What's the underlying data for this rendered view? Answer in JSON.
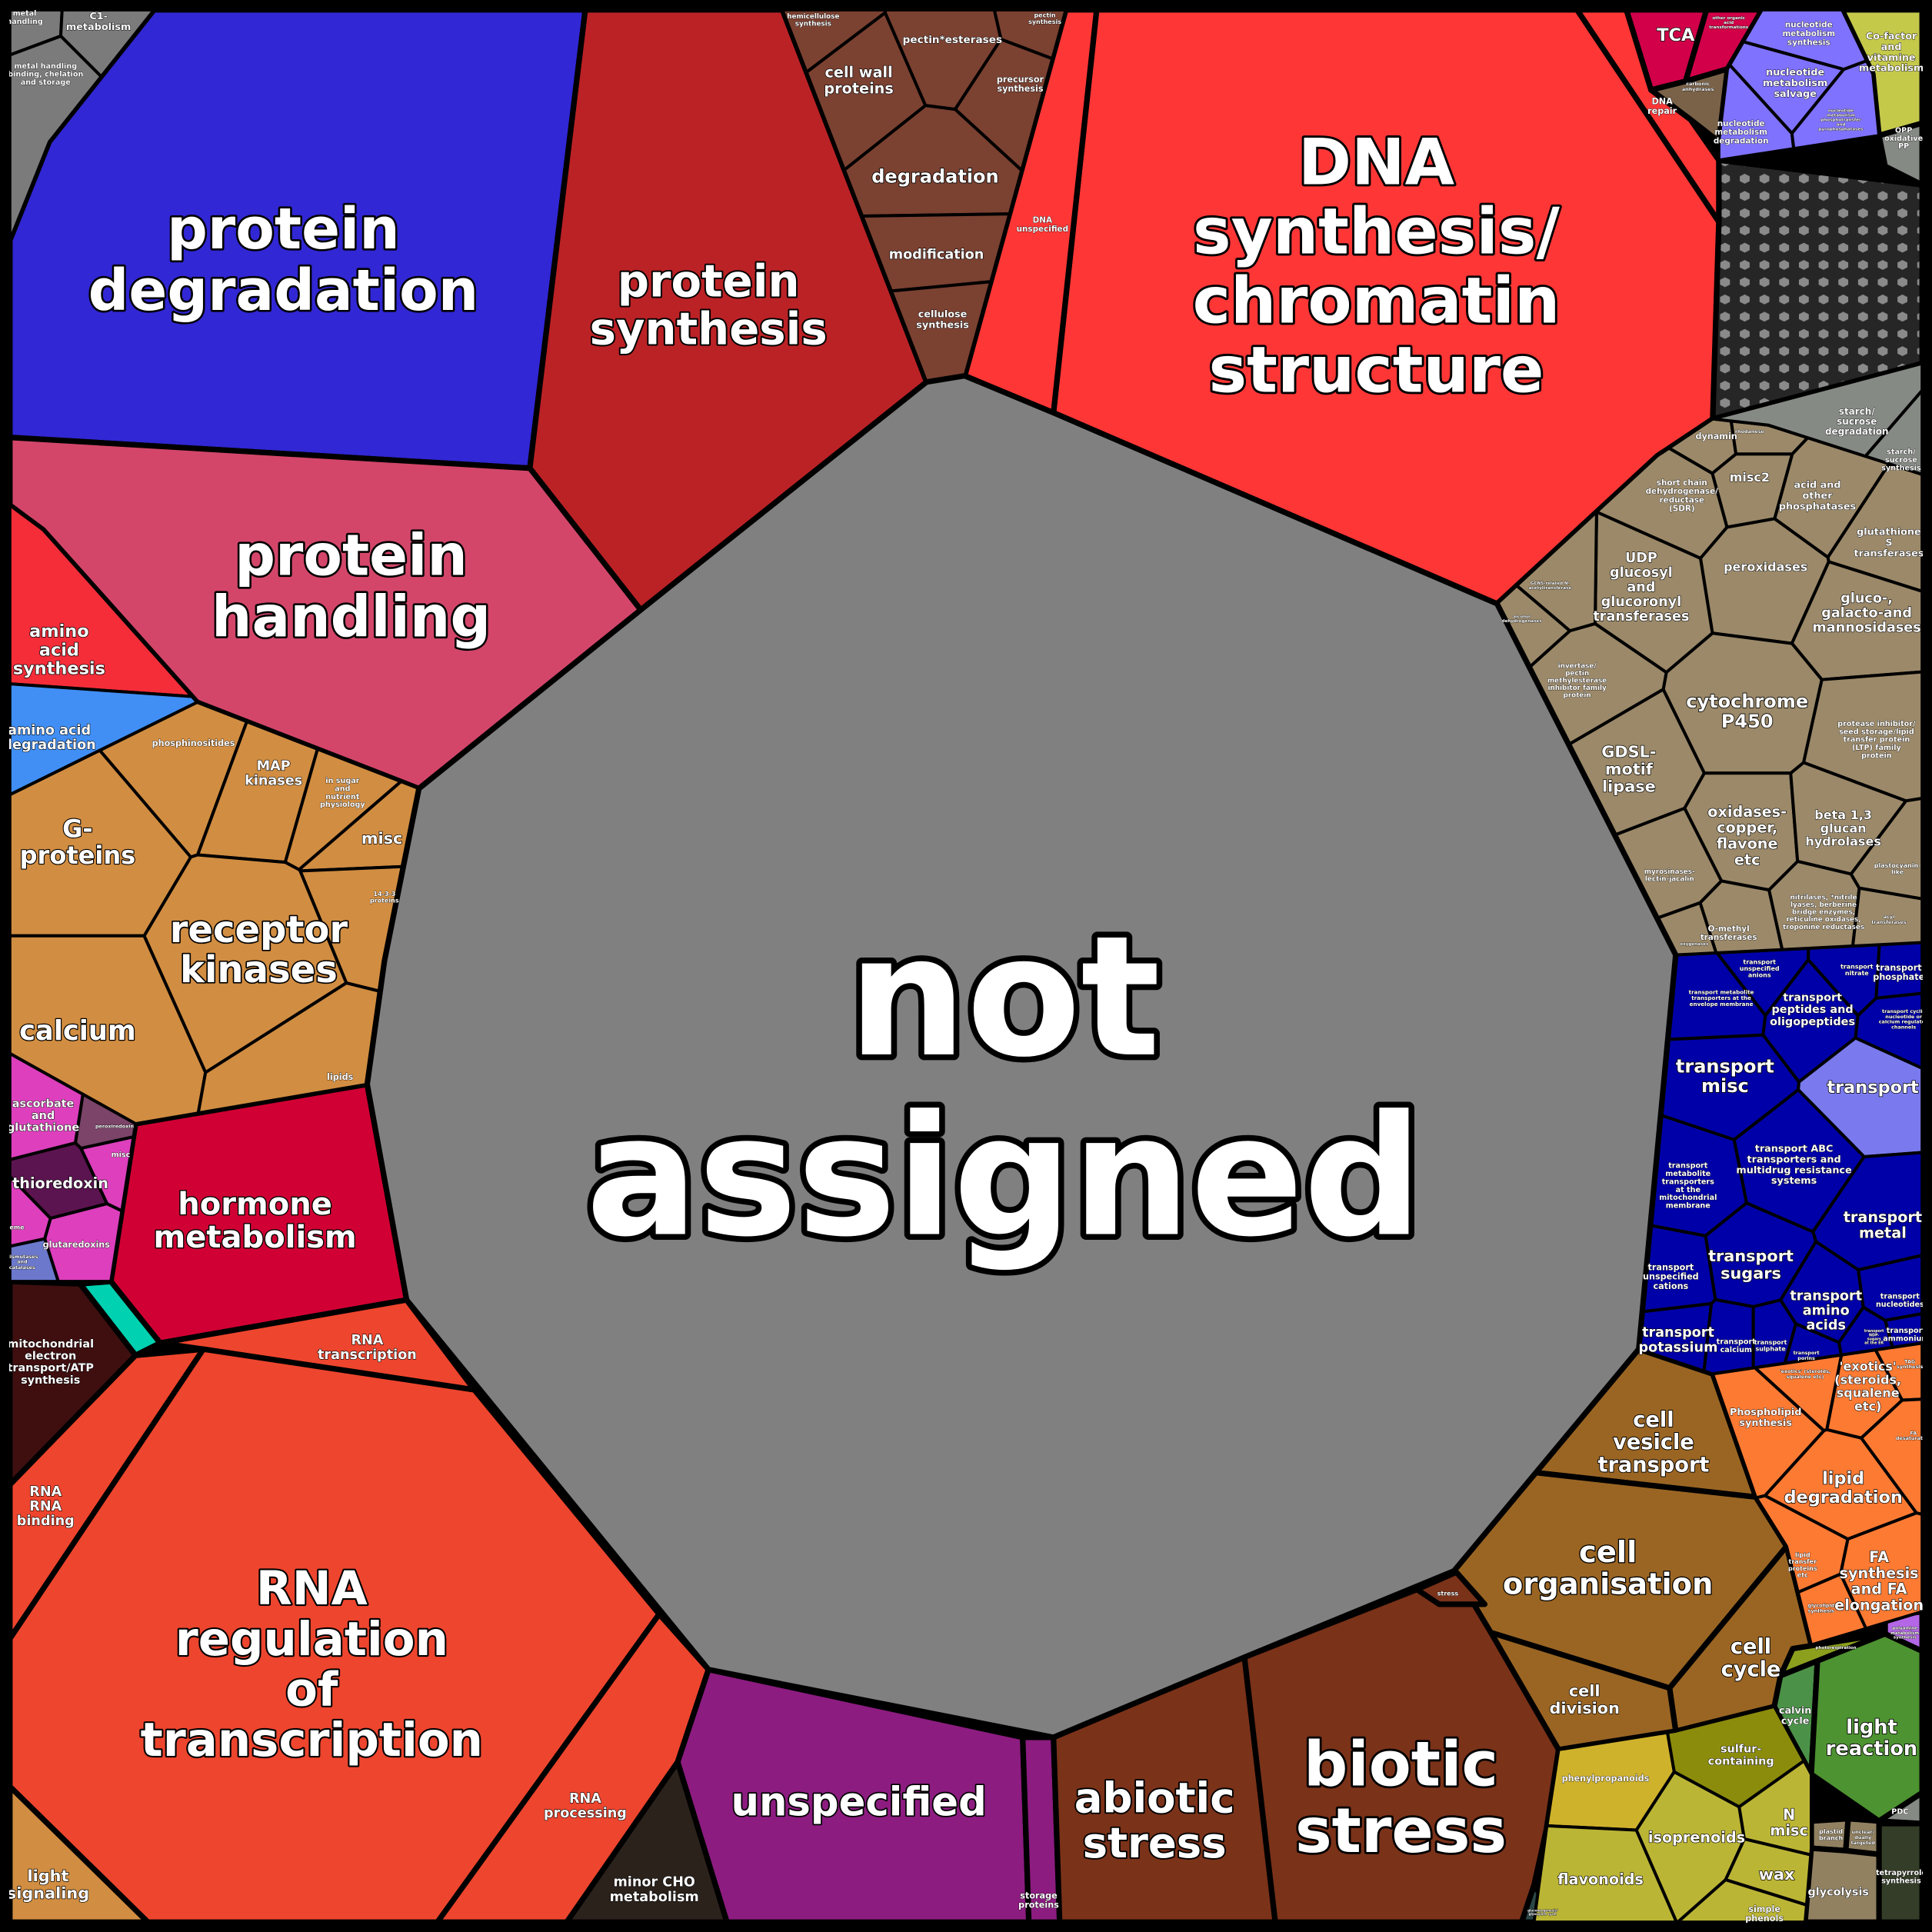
{
  "cells": {
    "not_assigned": {
      "color": "#808080",
      "lines": [
        "not",
        "assigned"
      ]
    },
    "pd": {
      "color": "#3127d4",
      "lines": [
        "protein",
        "degradation"
      ]
    },
    "ps": {
      "color": "#bb2226",
      "lines": [
        "protein",
        "synthesis"
      ]
    },
    "ph": {
      "color": "#d3466a",
      "lines": [
        "protein",
        "handling"
      ]
    },
    "tl_metal": {
      "color": "#7b7b7b",
      "lines": [
        "metal",
        "handling"
      ]
    },
    "tl_c1": {
      "color": "#7b7b7b",
      "lines": [
        "C1-",
        "metabolism"
      ]
    },
    "tl_binding": {
      "color": "#7b7b7b",
      "lines": [
        "metal handling",
        "binding, chelation",
        "and storage"
      ]
    },
    "aa_syn": {
      "color": "#f52d39",
      "lines": [
        "amino",
        "acid",
        "synthesis"
      ]
    },
    "aa_deg": {
      "color": "#418ff5",
      "lines": [
        "amino acid",
        "degradation"
      ]
    },
    "phosphino": {
      "color": "#d18d41",
      "lines": [
        "phosphinositides"
      ]
    },
    "map": {
      "color": "#d18d41",
      "lines": [
        "MAP",
        "kinases"
      ]
    },
    "insugar": {
      "color": "#d18d41",
      "lines": [
        "in sugar",
        "and",
        "nutrient",
        "physiology"
      ]
    },
    "misc_sig": {
      "color": "#d18d41",
      "lines": [
        "misc"
      ]
    },
    "s1433": {
      "color": "#d18d41",
      "lines": [
        "14-3-3",
        "proteins"
      ]
    },
    "rk": {
      "color": "#d18d41",
      "lines": [
        "receptor",
        "kinases"
      ]
    },
    "gprot": {
      "color": "#d18d41",
      "lines": [
        "G-",
        "proteins"
      ]
    },
    "calcium": {
      "color": "#d18d41",
      "lines": [
        "calcium"
      ]
    },
    "lipids_sig": {
      "color": "#d18d41",
      "lines": [
        "lipids"
      ]
    },
    "ascorbate": {
      "color": "#dd3fbd",
      "lines": [
        "ascorbate",
        "and",
        "glutathione"
      ]
    },
    "peroxiredoxin": {
      "color": "#7b4468",
      "lines": [
        "peroxiredoxin"
      ]
    },
    "misc_redox": {
      "color": "#dd3fbd",
      "lines": [
        "misc"
      ]
    },
    "thioredoxin": {
      "color": "#5c1450",
      "lines": [
        "thioredoxin"
      ]
    },
    "glutaredoxins": {
      "color": "#dd3fbd",
      "lines": [
        "glutaredoxins"
      ]
    },
    "heme": {
      "color": "#dd3fbd",
      "lines": [
        "heme"
      ]
    },
    "dismutases": {
      "color": "#6b78cc",
      "lines": [
        "dismutases",
        "and",
        "catalases"
      ]
    },
    "hormone": {
      "color": "#d10034",
      "lines": [
        "hormone",
        "metabolism"
      ]
    },
    "teal": {
      "color": "#00d1b0",
      "lines": []
    },
    "mito": {
      "color": "#3f0f10",
      "lines": [
        "mitochondrial",
        "electron",
        "transport/ATP",
        "synthesis"
      ]
    },
    "rna_binding": {
      "color": "#ee452e",
      "lines": [
        "RNA",
        "RNA",
        "binding"
      ]
    },
    "rna_tx": {
      "color": "#ee452e",
      "lines": [
        "RNA",
        "transcription"
      ]
    },
    "rna_reg": {
      "color": "#ee452e",
      "lines": [
        "RNA",
        "regulation",
        "of",
        "transcription"
      ]
    },
    "rna_proc": {
      "color": "#ee452e",
      "lines": [
        "RNA",
        "processing"
      ]
    },
    "light_sig": {
      "color": "#d18d41",
      "lines": [
        "light",
        "signaling"
      ]
    },
    "minor_cho": {
      "color": "#2c221c",
      "lines": [
        "minor CHO",
        "metabolism"
      ]
    },
    "unspecified": {
      "color": "#8c1c80",
      "lines": [
        "unspecified"
      ]
    },
    "storage": {
      "color": "#8c1c80",
      "lines": [
        "storage",
        "proteins"
      ]
    },
    "abiotic": {
      "color": "#7a3219",
      "lines": [
        "abiotic",
        "stress"
      ]
    },
    "biotic": {
      "color": "#7a3219",
      "lines": [
        "biotic",
        "stress"
      ]
    },
    "stress_small": {
      "color": "#7a3219",
      "lines": [
        "stress"
      ]
    },
    "cvt": {
      "color": "#9a6523",
      "lines": [
        "cell",
        "vesicle",
        "transport"
      ]
    },
    "corg": {
      "color": "#9a6523",
      "lines": [
        "cell",
        "organisation"
      ]
    },
    "ccycle": {
      "color": "#9a6523",
      "lines": [
        "cell",
        "cycle"
      ]
    },
    "cdiv": {
      "color": "#9a6523",
      "lines": [
        "cell",
        "division"
      ]
    },
    "phospholipid": {
      "color": "#fd7a33",
      "lines": [
        "Phospholipid",
        "synthesis"
      ]
    },
    "exotics": {
      "color": "#fd7a33",
      "lines": [
        "'exotics'",
        "(steroids,",
        "squalene",
        "etc)"
      ]
    },
    "exotics_small": {
      "color": "#fd7a33",
      "lines": [
        "'exotics' (steroids,",
        "squalene etc)"
      ]
    },
    "tag": {
      "color": "#fd7a33",
      "lines": [
        "TAG",
        "synthesis"
      ]
    },
    "lipid_deg": {
      "color": "#fd7a33",
      "lines": [
        "lipid",
        "degradation"
      ]
    },
    "fa_deg": {
      "color": "#fd7a33",
      "lines": [
        "FA",
        "desaturation"
      ]
    },
    "lipid_transfer": {
      "color": "#fd7a33",
      "lines": [
        "lipid",
        "transfer",
        "proteins",
        "etc"
      ]
    },
    "fa_syn": {
      "color": "#fd7a33",
      "lines": [
        "FA",
        "synthesis",
        "and FA",
        "elongation"
      ]
    },
    "glycolipid": {
      "color": "#fd7a33",
      "lines": [
        "glycolipid",
        "synthesis"
      ]
    },
    "t_anions": {
      "color": "#0000a8",
      "lines": [
        "transport",
        "unspecified",
        "anions"
      ]
    },
    "t_envelope": {
      "color": "#0000a8",
      "lines": [
        "transport metabolite",
        "transporters at the",
        "envelope membrane"
      ]
    },
    "t_peptides": {
      "color": "#0000a8",
      "lines": [
        "transport",
        "peptides and",
        "oligopeptides"
      ]
    },
    "t_nitrate": {
      "color": "#0000a8",
      "lines": [
        "transport",
        "nitrate"
      ]
    },
    "t_phosphate": {
      "color": "#0000a8",
      "lines": [
        "transport",
        "phosphate"
      ]
    },
    "t_cyclic": {
      "color": "#0000a8",
      "lines": [
        "transport cyclic",
        "nucleotide or",
        "calcium regulated",
        "channels"
      ]
    },
    "t_misc": {
      "color": "#0000a8",
      "lines": [
        "transport",
        "misc"
      ]
    },
    "transport": {
      "color": "#7a7aee",
      "lines": [
        "transport"
      ]
    },
    "t_abc": {
      "color": "#0000a8",
      "lines": [
        "transport ABC",
        "transporters and",
        "multidrug resistance",
        "systems"
      ]
    },
    "t_mito": {
      "color": "#0000a8",
      "lines": [
        "transport",
        "metabolite",
        "transporters",
        "at the",
        "mitochondrial",
        "membrane"
      ]
    },
    "t_metal": {
      "color": "#0000a8",
      "lines": [
        "transport",
        "metal"
      ]
    },
    "t_sugars": {
      "color": "#0000a8",
      "lines": [
        "transport",
        "sugars"
      ]
    },
    "t_cations": {
      "color": "#0000a8",
      "lines": [
        "transport",
        "unspecified",
        "cations"
      ]
    },
    "t_amino": {
      "color": "#0000a8",
      "lines": [
        "transport",
        "amino",
        "acids"
      ]
    },
    "t_nucleotides": {
      "color": "#0000a8",
      "lines": [
        "transport",
        "nucleotides"
      ]
    },
    "t_potassium": {
      "color": "#0000a8",
      "lines": [
        "transport",
        "potassium"
      ]
    },
    "t_calcium": {
      "color": "#0000a8",
      "lines": [
        "transport",
        "calcium"
      ]
    },
    "t_sulphate": {
      "color": "#0000a8",
      "lines": [
        "transport",
        "sulphate"
      ]
    },
    "t_porins": {
      "color": "#0000a8",
      "lines": [
        "transport",
        "porins"
      ]
    },
    "t_ammonium": {
      "color": "#0000a8",
      "lines": [
        "transport",
        "ammonium"
      ]
    },
    "t_ndp": {
      "color": "#0000a8",
      "lines": [
        "transport",
        "NDP-",
        "sugars",
        "at the ER"
      ]
    },
    "dynamin": {
      "color": "#9b8969",
      "lines": [
        "dynamin"
      ]
    },
    "rhodanese": {
      "color": "#9b8969",
      "lines": [
        "rhodanese"
      ]
    },
    "misc2": {
      "color": "#9b8969",
      "lines": [
        "misc2"
      ]
    },
    "acid_phos": {
      "color": "#9b8969",
      "lines": [
        "acid and",
        "other",
        "phosphatases"
      ]
    },
    "sdr": {
      "color": "#9b8969",
      "lines": [
        "short chain",
        "dehydrogenase/",
        "reductase",
        "(SDR)"
      ]
    },
    "gst": {
      "color": "#9b8969",
      "lines": [
        "glutathione",
        "S",
        "transferases"
      ]
    },
    "peroxidases": {
      "color": "#9b8969",
      "lines": [
        "peroxidases"
      ]
    },
    "udp": {
      "color": "#9b8969",
      "lines": [
        "UDP",
        "glucosyl",
        "and",
        "glucoronyl",
        "transferases"
      ]
    },
    "gcn5": {
      "color": "#9b8969",
      "lines": [
        "GCN5-related N-",
        "acetyltransferase"
      ]
    },
    "alcohol": {
      "color": "#9b8969",
      "lines": [
        "alcohol",
        "dehydrogenases"
      ]
    },
    "glucosidases": {
      "color": "#9b8969",
      "lines": [
        "gluco-,",
        "galacto-and",
        "mannosidases"
      ]
    },
    "p450": {
      "color": "#9b8969",
      "lines": [
        "cytochrome",
        "P450"
      ]
    },
    "protease_inh": {
      "color": "#9b8969",
      "lines": [
        "protease inhibitor/",
        "seed storage/lipid",
        "transfer protein",
        "(LTP) family",
        "protein"
      ]
    },
    "invertase": {
      "color": "#9b8969",
      "lines": [
        "invertase/",
        "pectin",
        "methylesterase",
        "inhibitor family",
        "protein"
      ]
    },
    "gdsl": {
      "color": "#9b8969",
      "lines": [
        "GDSL-",
        "motif",
        "lipase"
      ]
    },
    "oxidases": {
      "color": "#9b8969",
      "lines": [
        "oxidases-",
        "copper,",
        "flavone",
        "etc"
      ]
    },
    "beta13": {
      "color": "#9b8969",
      "lines": [
        "beta 1,3",
        "glucan",
        "hydrolases"
      ]
    },
    "myrosinases": {
      "color": "#9b8969",
      "lines": [
        "myrosinases-",
        "lectin-jacalin"
      ]
    },
    "nitrilases": {
      "color": "#9b8969",
      "lines": [
        "nitrilases, *nitrile",
        "lyases, berberine",
        "bridge enzymes,",
        "reticuline oxidases,",
        "troponine reductases"
      ]
    },
    "omethyl": {
      "color": "#9b8969",
      "lines": [
        "O-methyl",
        "transferases"
      ]
    },
    "plastocyanin": {
      "color": "#9b8969",
      "lines": [
        "plastocyanin-",
        "like"
      ]
    },
    "acyl": {
      "color": "#9b8969",
      "lines": [
        "acyl",
        "transferases"
      ]
    },
    "oxygenases": {
      "color": "#9b8969",
      "lines": [
        "oxygenases"
      ]
    },
    "sd": {
      "color": "#868a84",
      "lines": [
        "starch/",
        "sucrose",
        "degradation"
      ]
    },
    "ss": {
      "color": "#868a84",
      "lines": [
        "starch/",
        "sucrose",
        "synthesis"
      ]
    },
    "hex": {
      "color": "#262626",
      "lines": []
    },
    "dna_main": {
      "color": "#ff3636",
      "lines": [
        "DNA",
        "synthesis/",
        "chromatin",
        "structure"
      ]
    },
    "dna_unspec": {
      "color": "#ff3636",
      "lines": [
        "DNA",
        "unspecified"
      ]
    },
    "dna_repair": {
      "color": "#ff3636",
      "lines": [
        "DNA",
        "repair"
      ]
    },
    "tca": {
      "color": "#d20049",
      "lines": [
        "TCA"
      ]
    },
    "other_org": {
      "color": "#d20049",
      "lines": [
        "other organic",
        "acid",
        "transformations"
      ]
    },
    "carbonic": {
      "color": "#7a6248",
      "lines": [
        "carbonic",
        "anhydrases"
      ]
    },
    "nuc_syn": {
      "color": "#7f72ff",
      "lines": [
        "nucleotide",
        "metabolism",
        "synthesis"
      ]
    },
    "nuc_salv": {
      "color": "#7f72ff",
      "lines": [
        "nucleotide",
        "metabolism",
        "salvage"
      ]
    },
    "nuc_deg": {
      "color": "#7f72ff",
      "lines": [
        "nucleotide",
        "metabolism",
        "degradation"
      ]
    },
    "nuc_phos": {
      "color": "#7f72ff",
      "lines": [
        "nucleotide",
        "metabolism",
        "phosphotransfer",
        "and",
        "pyrophosphatases"
      ]
    },
    "cofactor": {
      "color": "#c5c94a",
      "lines": [
        "Co-factor",
        "and",
        "vitamine",
        "metabolism"
      ]
    },
    "opp": {
      "color": "#868a84",
      "lines": [
        "OPP",
        "oxidative",
        "PP"
      ]
    },
    "hemicell": {
      "color": "#7b4131",
      "lines": [
        "hemicellulose",
        "synthesis"
      ]
    },
    "cwp": {
      "color": "#7b4131",
      "lines": [
        "cell wall",
        "proteins"
      ]
    },
    "pectinest": {
      "color": "#7b4131",
      "lines": [
        "pectin*esterases"
      ]
    },
    "precursor": {
      "color": "#7b4131",
      "lines": [
        "precursor",
        "synthesis"
      ]
    },
    "cwdeg": {
      "color": "#7b4131",
      "lines": [
        "degradation"
      ]
    },
    "modif": {
      "color": "#7b4131",
      "lines": [
        "modification"
      ]
    },
    "cellulose": {
      "color": "#7b4131",
      "lines": [
        "cellulose",
        "synthesis"
      ]
    },
    "pectin_syn": {
      "color": "#7b4131",
      "lines": [
        "pectin",
        "synthesis"
      ]
    },
    "phenylprop": {
      "color": "#cfb22b",
      "lines": [
        "phenylpropanoids"
      ]
    },
    "flav": {
      "color": "#bbb535",
      "lines": [
        "flavonoids"
      ]
    },
    "isopren": {
      "color": "#bbb535",
      "lines": [
        "isoprenoids"
      ]
    },
    "sulfur": {
      "color": "#8c8c0c",
      "lines": [
        "sulfur-",
        "containing"
      ]
    },
    "nmisc": {
      "color": "#bbb535",
      "lines": [
        "N",
        "misc"
      ]
    },
    "wax": {
      "color": "#bbb535",
      "lines": [
        "wax"
      ]
    },
    "simple": {
      "color": "#bbb535",
      "lines": [
        "simple",
        "phenols"
      ]
    },
    "photoresp": {
      "color": "#8ca01e",
      "lines": [
        "photorespiration"
      ]
    },
    "calvin": {
      "color": "#4b9248",
      "lines": [
        "calvin",
        "cycle"
      ]
    },
    "light": {
      "color": "#4d9331",
      "lines": [
        "light",
        "reaction"
      ]
    },
    "polyamine": {
      "color": "#b366e6",
      "lines": [
        "polyamine",
        "metabolism",
        "synthesis"
      ]
    },
    "plastid": {
      "color": "#918161",
      "lines": [
        "plastid",
        "branch"
      ]
    },
    "unclear": {
      "color": "#918161",
      "lines": [
        "unclear/",
        "dually",
        "targeted"
      ]
    },
    "glycolysis": {
      "color": "#918161",
      "lines": [
        "glycolysis"
      ]
    },
    "pdc": {
      "color": "#868a84",
      "lines": [
        "PDC"
      ]
    },
    "tetra": {
      "color": "#333d27",
      "lines": [
        "tetrapyrrole",
        "synthesis"
      ]
    },
    "gluconeo": {
      "color": "#2b4646",
      "lines": [
        "gluconeogenesis/",
        "glyoxylate cycle"
      ]
    }
  }
}
